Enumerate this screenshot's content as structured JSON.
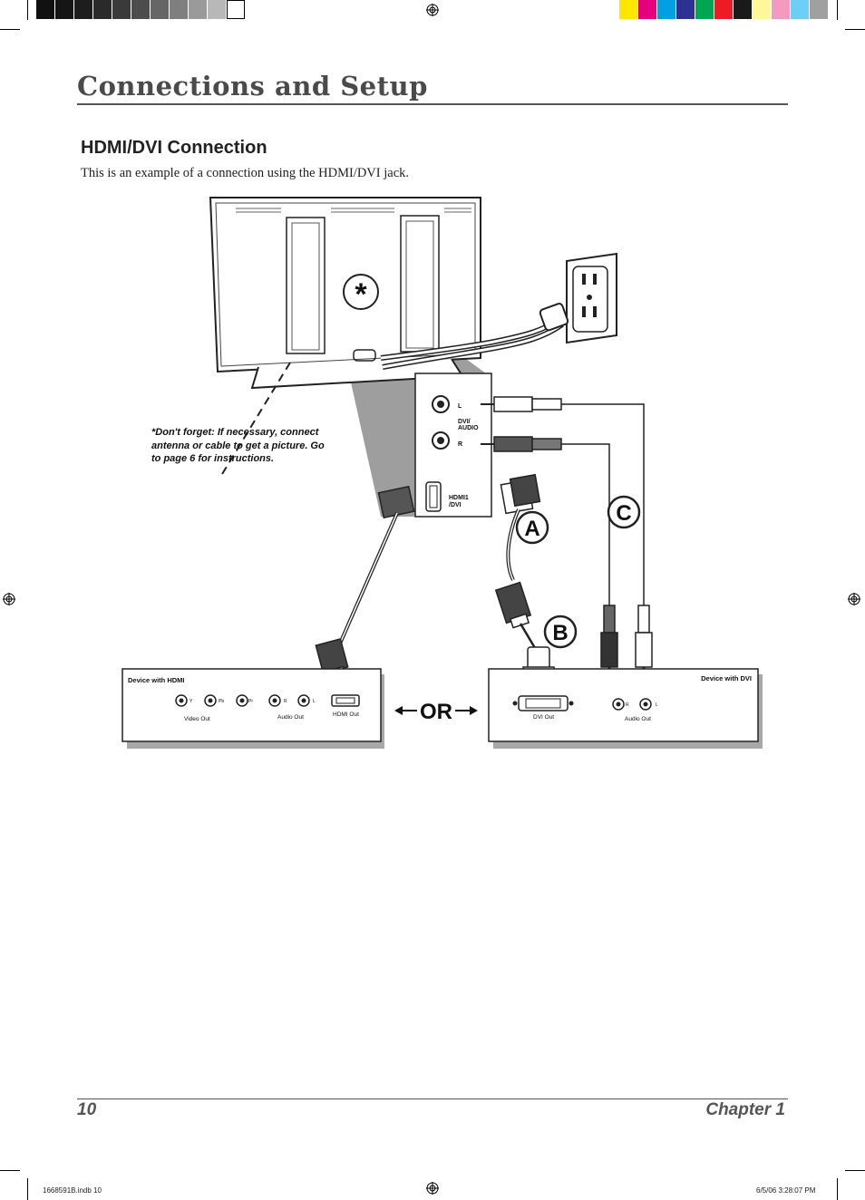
{
  "header": {
    "title": "Connections and Setup"
  },
  "section": {
    "heading": "HDMI/DVI Connection",
    "intro": "This is an example of a connection using the HDMI/DVI jack."
  },
  "diagram": {
    "reminder_lines": [
      "*Don't forget: If necessary, connect",
      "antenna or cable to get a picture. Go",
      "to page 6 for instructions."
    ],
    "asterisk": "*",
    "tv_panel": {
      "left_label": "L",
      "audio_label_1": "DVI/",
      "audio_label_2": "AUDIO",
      "right_label": "R",
      "hdmi_label_1": "HDMI1",
      "hdmi_label_2": "/DVI"
    },
    "callouts": [
      "A",
      "B",
      "C"
    ],
    "or_label": "OR",
    "device_hdmi": {
      "title": "Device with HDMI",
      "jack_y": "Y",
      "jack_pb": "Pb",
      "jack_pr": "Pr",
      "jack_r": "R",
      "jack_l": "L",
      "video_out": "Video Out",
      "audio_out": "Audio Out",
      "hdmi_out": "HDMI Out"
    },
    "device_dvi": {
      "title": "Device with DVI",
      "dvi_out": "DVI Out",
      "jack_r": "R",
      "jack_l": "L",
      "audio_out": "Audio Out"
    }
  },
  "footer": {
    "page_number": "10",
    "chapter": "Chapter 1"
  },
  "slug": {
    "file": "1668591B.indb   10",
    "date": "6/5/06   3:28:07 PM"
  },
  "colors": {
    "title_gray": "#4a4a4a",
    "shadow_gray": "#a8a8a8"
  }
}
